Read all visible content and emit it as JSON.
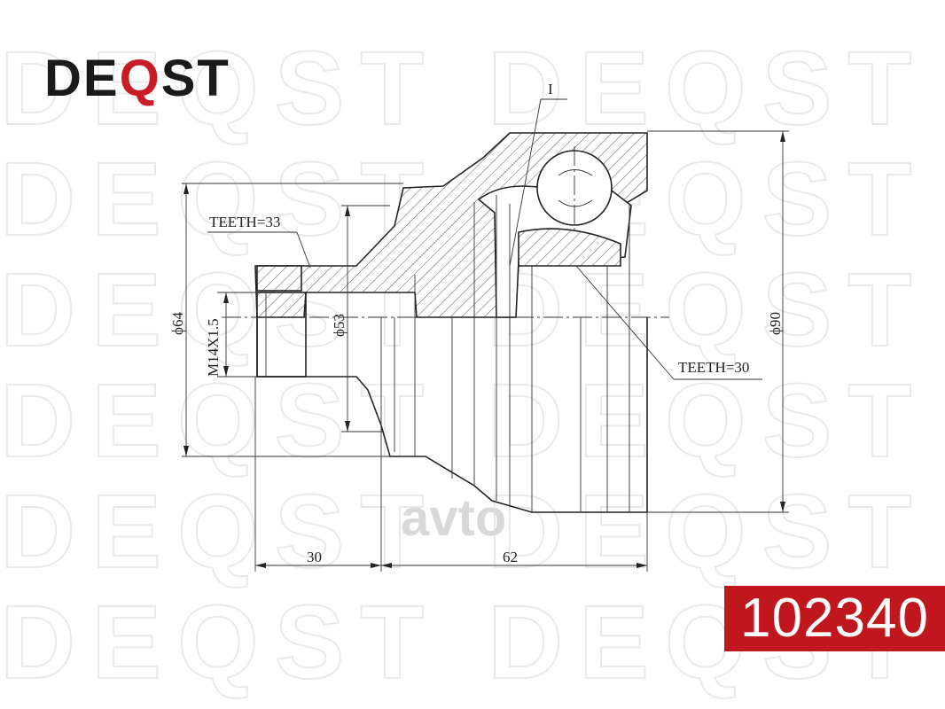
{
  "brand": {
    "prefix": "DE",
    "q": "Q",
    "suffix": "ST"
  },
  "watermark_text": "DEQST",
  "watermark_center": "avto",
  "part_number": "102340",
  "labels": {
    "teeth_outer": "TEETH=33",
    "teeth_inner": "TEETH=30",
    "detail_marker": "I",
    "dia_64": "ϕ64",
    "dia_53": "ϕ53",
    "dia_90": "ϕ90",
    "thread": "M14X1.5",
    "len_30": "30",
    "len_62": "62"
  },
  "colors": {
    "brand_red": "#c0161d",
    "ink": "#222222"
  }
}
